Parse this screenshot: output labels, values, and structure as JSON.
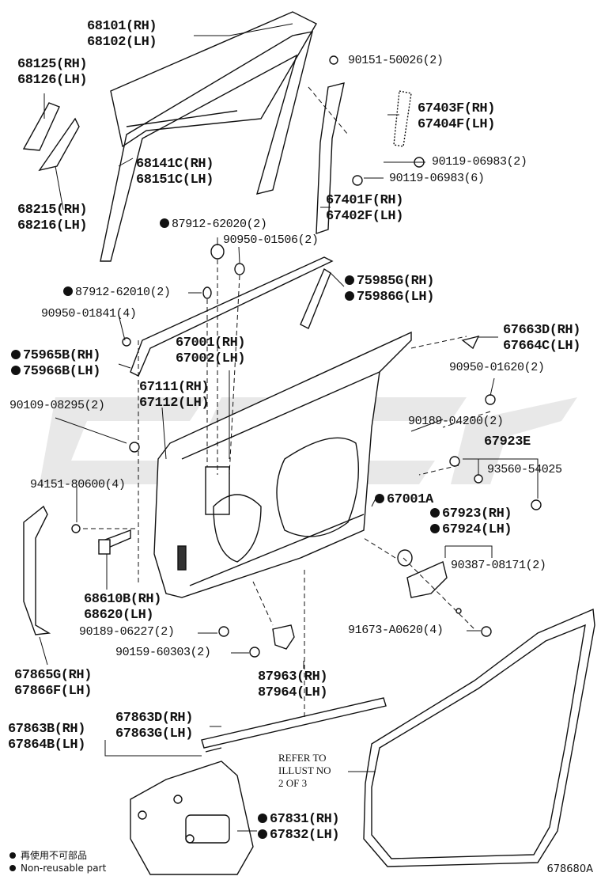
{
  "callouts": {
    "glass": [
      "68101(RH)",
      "68102(LH)"
    ],
    "quarter_glass": [
      "68125(RH)",
      "68126(LH)"
    ],
    "run_channel": [
      "68141C(RH)",
      "68151C(LH)"
    ],
    "weatherstrip_small": [
      "68215(RH)",
      "68216(LH)"
    ],
    "screw_top": "90151-50026(2)",
    "sash_cover": [
      "67403F(RH)",
      "67404F(LH)"
    ],
    "clip_a": "90119-06983(2)",
    "clip_b": "90119-06983(6)",
    "frame_rear": [
      "67401F(RH)",
      "67402F(LH)"
    ],
    "plug_a": "87912-62020(2)",
    "plug_b": "90950-01506(2)",
    "plug_c": "87912-62010(2)",
    "moulding_rear": [
      "75985G(RH)",
      "75986G(LH)"
    ],
    "clip_c": "90950-01841(4)",
    "belt_moulding": [
      "75965B(RH)",
      "75966B(LH)"
    ],
    "door_panel": [
      "67001(RH)",
      "67002(LH)"
    ],
    "hinge_pin": [
      "67111(RH)",
      "67112(LH)"
    ],
    "bolt_a": "90109-08295(2)",
    "frame_cover": [
      "67663D(RH)",
      "67664C(LH)"
    ],
    "clip_d": "90950-01620(2)",
    "clip_e": "90189-04200(2)",
    "seal_e": "67923E",
    "screw_e": "93560-54025",
    "nut_a": "94151-80600(4)",
    "door_sub": "67001A",
    "seal_pair": [
      "67923(RH)",
      "67924(LH)"
    ],
    "clip_f": "90387-08171(2)",
    "check_arm": [
      "68610B(RH)",
      "68620(LH)"
    ],
    "clip_g": "90189-06227(2)",
    "screw_g": "90159-60303(2)",
    "bolt_h": "91673-A0620(4)",
    "garnish": [
      "67865G(RH)",
      "67866F(LH)"
    ],
    "bracket": [
      "87963(RH)",
      "87964(LH)"
    ],
    "lower_weather": [
      "67863D(RH)",
      "67863G(LH)"
    ],
    "lower_strip": [
      "67863B(RH)",
      "67864B(LH)"
    ],
    "refer_note": [
      "REFER TO",
      "ILLUST NO",
      "2 OF 3"
    ],
    "service_cover": [
      "67831(RH)",
      "67832(LH)"
    ]
  },
  "legend": {
    "cn": "再使用不可部品",
    "en": "Non-reusable part"
  },
  "diagram_code": "678680A",
  "colors": {
    "ink": "#111111",
    "watermark": "#9a9a9a"
  }
}
